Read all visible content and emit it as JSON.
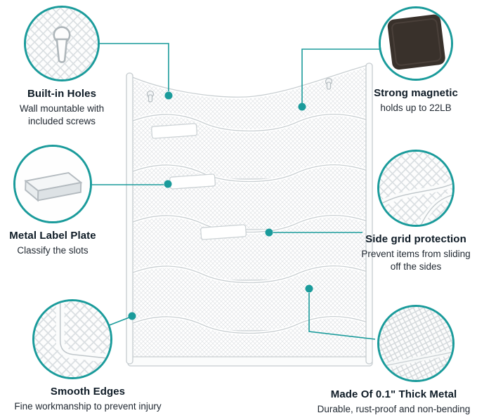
{
  "accent_color": "#1a9b9b",
  "product": {
    "illustration": "white-mesh-wall-file-organizer",
    "tier_count": "5"
  },
  "callouts": [
    {
      "title": "Built-in Holes",
      "desc": "Wall mountable with included screws",
      "icon": "keyhole-mesh-icon"
    },
    {
      "title": "Strong magnetic",
      "desc": "holds up to 22LB",
      "icon": "magnet-icon"
    },
    {
      "title": "Metal Label Plate",
      "desc": "Classify the slots",
      "icon": "label-plate-icon"
    },
    {
      "title": "Side grid protection",
      "desc": "Prevent items from sliding off the sides",
      "icon": "side-grid-mesh-icon"
    },
    {
      "title": "Smooth Edges",
      "desc": "Fine workmanship to prevent injury",
      "icon": "smooth-corner-icon"
    },
    {
      "title": "Made Of 0.1\" Thick Metal",
      "desc": "Durable, rust-proof and non-bending",
      "icon": "dense-mesh-icon"
    }
  ]
}
